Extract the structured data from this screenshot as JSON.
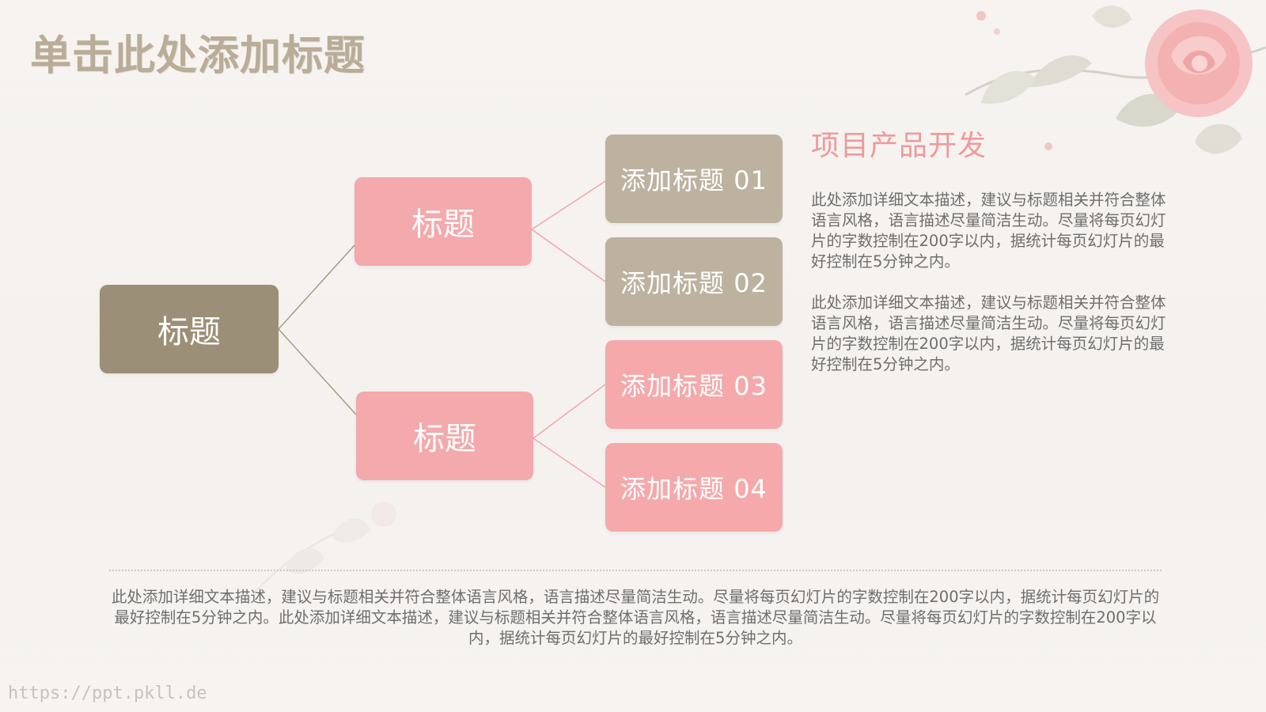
{
  "page_title": "单击此处添加标题",
  "diagram": {
    "root": "标题",
    "branches": [
      {
        "label": "标题",
        "children": [
          "添加标题 01",
          "添加标题 02"
        ]
      },
      {
        "label": "标题",
        "children": [
          "添加标题 03",
          "添加标题 04"
        ]
      }
    ]
  },
  "side": {
    "heading": "项目产品开发",
    "paragraphs": [
      "此处添加详细文本描述，建议与标题相关并符合整体语言风格，语言描述尽量简洁生动。尽量将每页幻灯片的字数控制在200字以内，据统计每页幻灯片的最好控制在5分钟之内。",
      "此处添加详细文本描述，建议与标题相关并符合整体语言风格，语言描述尽量简洁生动。尽量将每页幻灯片的字数控制在200字以内，据统计每页幻灯片的最好控制在5分钟之内。"
    ]
  },
  "bottom_text": "此处添加详细文本描述，建议与标题相关并符合整体语言风格，语言描述尽量简洁生动。尽量将每页幻灯片的字数控制在200字以内，据统计每页幻灯片的最好控制在5分钟之内。此处添加详细文本描述，建议与标题相关并符合整体语言风格，语言描述尽量简洁生动。尽量将每页幻灯片的字数控制在200字以内，据统计每页幻灯片的最好控制在5分钟之内。",
  "watermark": "https://ppt.pkll.de",
  "colors": {
    "title": "#b9ad98",
    "root_node": "#9c8f77",
    "branch_node": "#f4a9ac",
    "leaf_tan": "#bcb29f",
    "leaf_pink": "#f5a9ab",
    "heading_accent": "#ef9a9d",
    "body_text": "#6e6e6e"
  },
  "icons": [
    "rose-flower-decoration",
    "faded-flower-decoration"
  ]
}
